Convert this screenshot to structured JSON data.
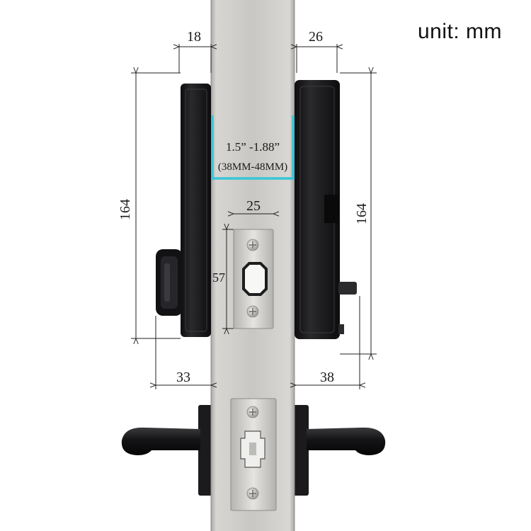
{
  "unit_label": "unit: mm",
  "dimensions": {
    "inner_offset": "18",
    "outer_offset": "26",
    "inner_height": "164",
    "outer_height": "164",
    "latch_width": "25",
    "latch_height": "57",
    "inner_knob_projection": "33",
    "outer_projection": "38"
  },
  "door_thickness": {
    "inches": "1.5” -1.88”",
    "millimeters": "(38MM-48MM)"
  },
  "colors": {
    "door_face": "#cfcdca",
    "lock_body": "#1c1c1e",
    "highlight": "#39c6d6",
    "dimension_line": "#222222"
  }
}
